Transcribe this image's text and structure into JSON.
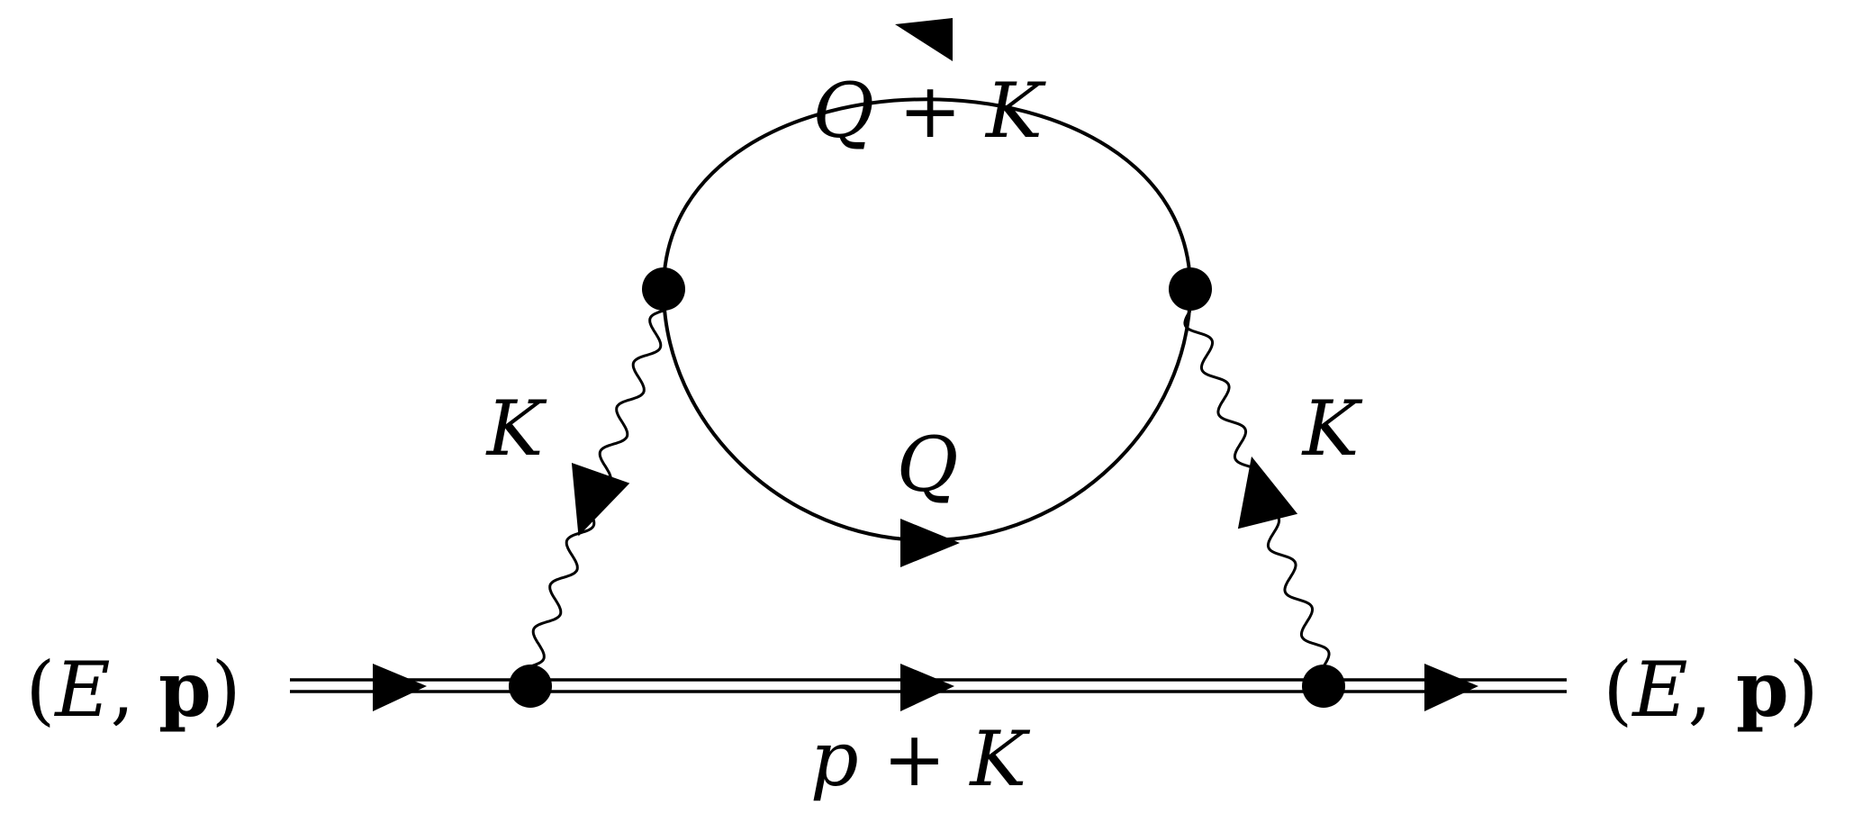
{
  "diagram": {
    "external_left": {
      "open": "(",
      "energy": "E",
      "comma": ",",
      "momentum": "p",
      "close": ")"
    },
    "external_right": {
      "open": "(",
      "energy": "E",
      "comma": ",",
      "momentum": "p",
      "close": ")"
    },
    "labels": {
      "loop_top": {
        "a": "Q",
        "op": "+",
        "b": "K"
      },
      "loop_bottom": "Q",
      "photon_left": "K",
      "photon_right": "K",
      "internal_line": {
        "a": "p",
        "op": "+",
        "b": "K"
      }
    },
    "colors": {
      "ink": "#000000",
      "background": "#ffffff"
    }
  }
}
